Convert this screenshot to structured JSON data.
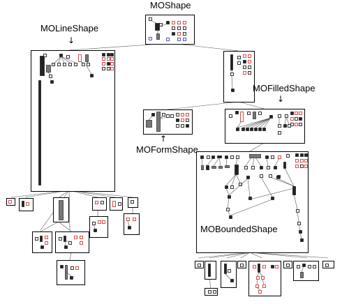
{
  "labels": {
    "root": "MOShape",
    "line": "MOLineShape",
    "filled": "MOFilledShape",
    "form": "MOFormShape",
    "bounded": "MOBoundedShape"
  },
  "arrow_glyphs": {
    "down": "↓",
    "up": "↑"
  },
  "colors": {
    "node_dark": "#222222",
    "node_gray": "#777777",
    "node_red": "#cc2222",
    "node_blue": "#2233aa",
    "edge": "#555555",
    "frame": "#000000"
  }
}
